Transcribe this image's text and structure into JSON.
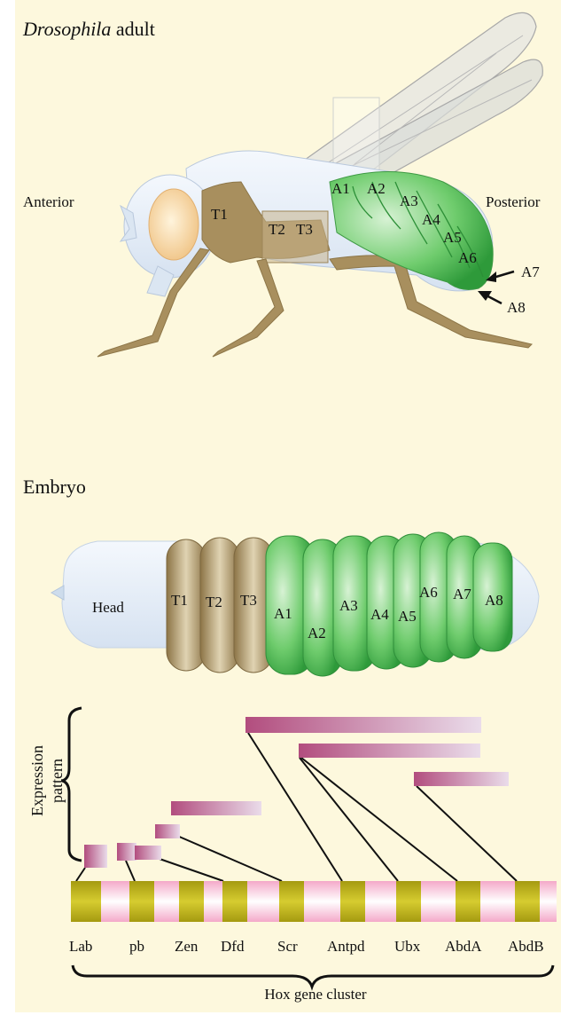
{
  "colors": {
    "background": "#fdf8dd",
    "thorax": "#a88f5e",
    "abdomen": "#5cc160",
    "body_pale": "#e6eef8",
    "expression_bar": "#b24d7e",
    "gene_segment": "#b8ae12",
    "gene_spacer": "#f4a9c9"
  },
  "adult": {
    "title_italic": "Drosophila",
    "title_rest": " adult",
    "anterior": "Anterior",
    "posterior": "Posterior",
    "thorax_segments": [
      "T1",
      "T2",
      "T3"
    ],
    "abdomen_segments": [
      "A1",
      "A2",
      "A3",
      "A4",
      "A5",
      "A6"
    ],
    "arrow_labels": [
      "A7",
      "A8"
    ]
  },
  "embryo": {
    "title": "Embryo",
    "head": "Head",
    "thorax_segments": [
      "T1",
      "T2",
      "T3"
    ],
    "abdomen_segments": [
      "A1",
      "A2",
      "A3",
      "A4",
      "A5",
      "A6",
      "A7",
      "A8"
    ]
  },
  "expression": {
    "label_line1": "Expression",
    "label_line2": "pattern"
  },
  "hox": {
    "genes": [
      "Lab",
      "pb",
      "Zen",
      "Dfd",
      "Scr",
      "Antpd",
      "Ubx",
      "AbdA",
      "AbdB"
    ],
    "cluster_label": "Hox gene cluster"
  }
}
